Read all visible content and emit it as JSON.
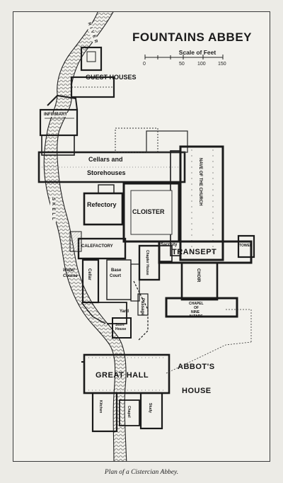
{
  "title": "FOUNTAINS ABBEY",
  "scale": {
    "label": "Scale of Feet",
    "ticks": [
      "0",
      "50",
      "100",
      "150"
    ]
  },
  "labels": {
    "guest_houses": "GUEST HOUSES",
    "infirmary": "INFIRMARY",
    "cellars_and": "Cellars and",
    "storehouses": "Storehouses",
    "refectory": "Refectory",
    "cloister": "CLOISTER",
    "nave_of_the_church": "NAVE OF THE CHURCH",
    "calefactory": "CALEFACTORY",
    "sacristy": "Sacristy",
    "chapter_house": "Chapter House",
    "transept": "TRANSEPT",
    "tower": "TOWER",
    "choir": "CHOIR",
    "chapel_of_nine_altars": [
      "CHAPEL",
      "OF",
      "NINE",
      "ALTARS"
    ],
    "water_course": [
      "Water",
      "Course"
    ],
    "cellar": "Cellar",
    "base_court": [
      "Base",
      "Court"
    ],
    "passage": "Passage",
    "yard": "Yard",
    "store_house": [
      "Store",
      "House"
    ],
    "great_hall": "GREAT HALL",
    "abbots_house": [
      "ABBOT'S",
      "HOUSE"
    ],
    "river": "RIVER",
    "skell": "SKELL",
    "kitchen": "Kitchen",
    "chapel": "Chapel",
    "study": "Study"
  },
  "caption": "Plan of a Cistercian Abbey."
}
